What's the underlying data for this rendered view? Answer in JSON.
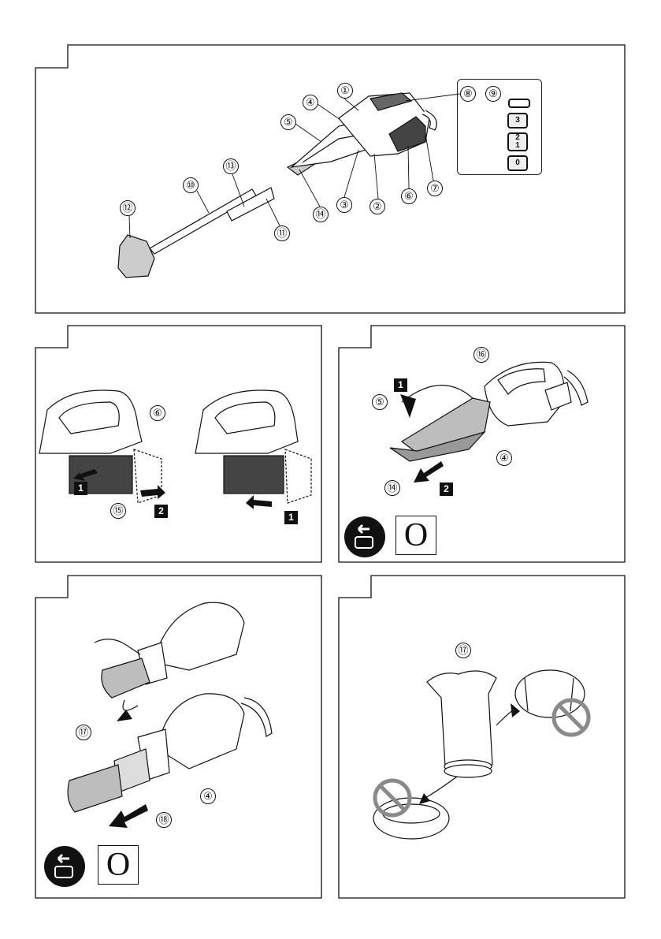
{
  "panel1": {
    "callouts": [
      "①",
      "②",
      "③",
      "④",
      "⑤",
      "⑥",
      "⑦",
      "⑧",
      "⑨",
      "⑩",
      "⑪",
      "⑫",
      "⑬",
      "⑭"
    ],
    "keypad": {
      "keys": [
        "3",
        "2\n1",
        "0"
      ]
    }
  },
  "panel2": {
    "callouts": [
      "⑥",
      "⑮"
    ],
    "steps": [
      "1",
      "2",
      "1"
    ]
  },
  "panel3": {
    "callouts": [
      "⑯",
      "⑤",
      "④",
      "⑭"
    ],
    "steps": [
      "1",
      "2"
    ],
    "mode": "O",
    "icon": "remove-dust-case-icon"
  },
  "panel4": {
    "callouts": [
      "⑰",
      "④",
      "⑱"
    ],
    "mode": "O",
    "icon": "remove-dust-case-icon"
  },
  "panel5": {
    "callouts": [
      "⑰"
    ],
    "prohibited_icon": "prohibition-icon"
  },
  "colors": {
    "line": "#111111",
    "shade": "#bdbdbd",
    "prohibit": "#8a8a8a"
  }
}
